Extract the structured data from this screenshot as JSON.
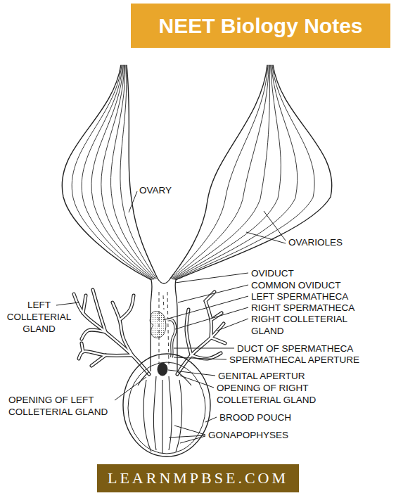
{
  "diagram": {
    "nodes": [
      {
        "text": [
          "NEET Biology Notes"
        ]
      },
      {
        "text": [
          "LEARNMPBSE.COM"
        ]
      }
    ],
    "labels": [
      "OVARY",
      "OVARIOLES",
      "OVIDUCT",
      "COMMON OVIDUCT",
      "LEFT SPERMATHECA",
      "RIGHT SPERMATHECA",
      "RIGHT COLLETERIAL GLAND",
      "LEFT COLLETERIAL GLAND",
      "DUCT OF SPERMATHECA",
      "SPERMATHECAL APERTURE",
      "GENITAL APERTUR",
      "OPENING OF RIGHT COLLETERIAL GLAND",
      "OPENING OF LEFT COLLETERIAL GLAND",
      "BROOD POUCH",
      "GONAPOPHYSES"
    ]
  }
}
